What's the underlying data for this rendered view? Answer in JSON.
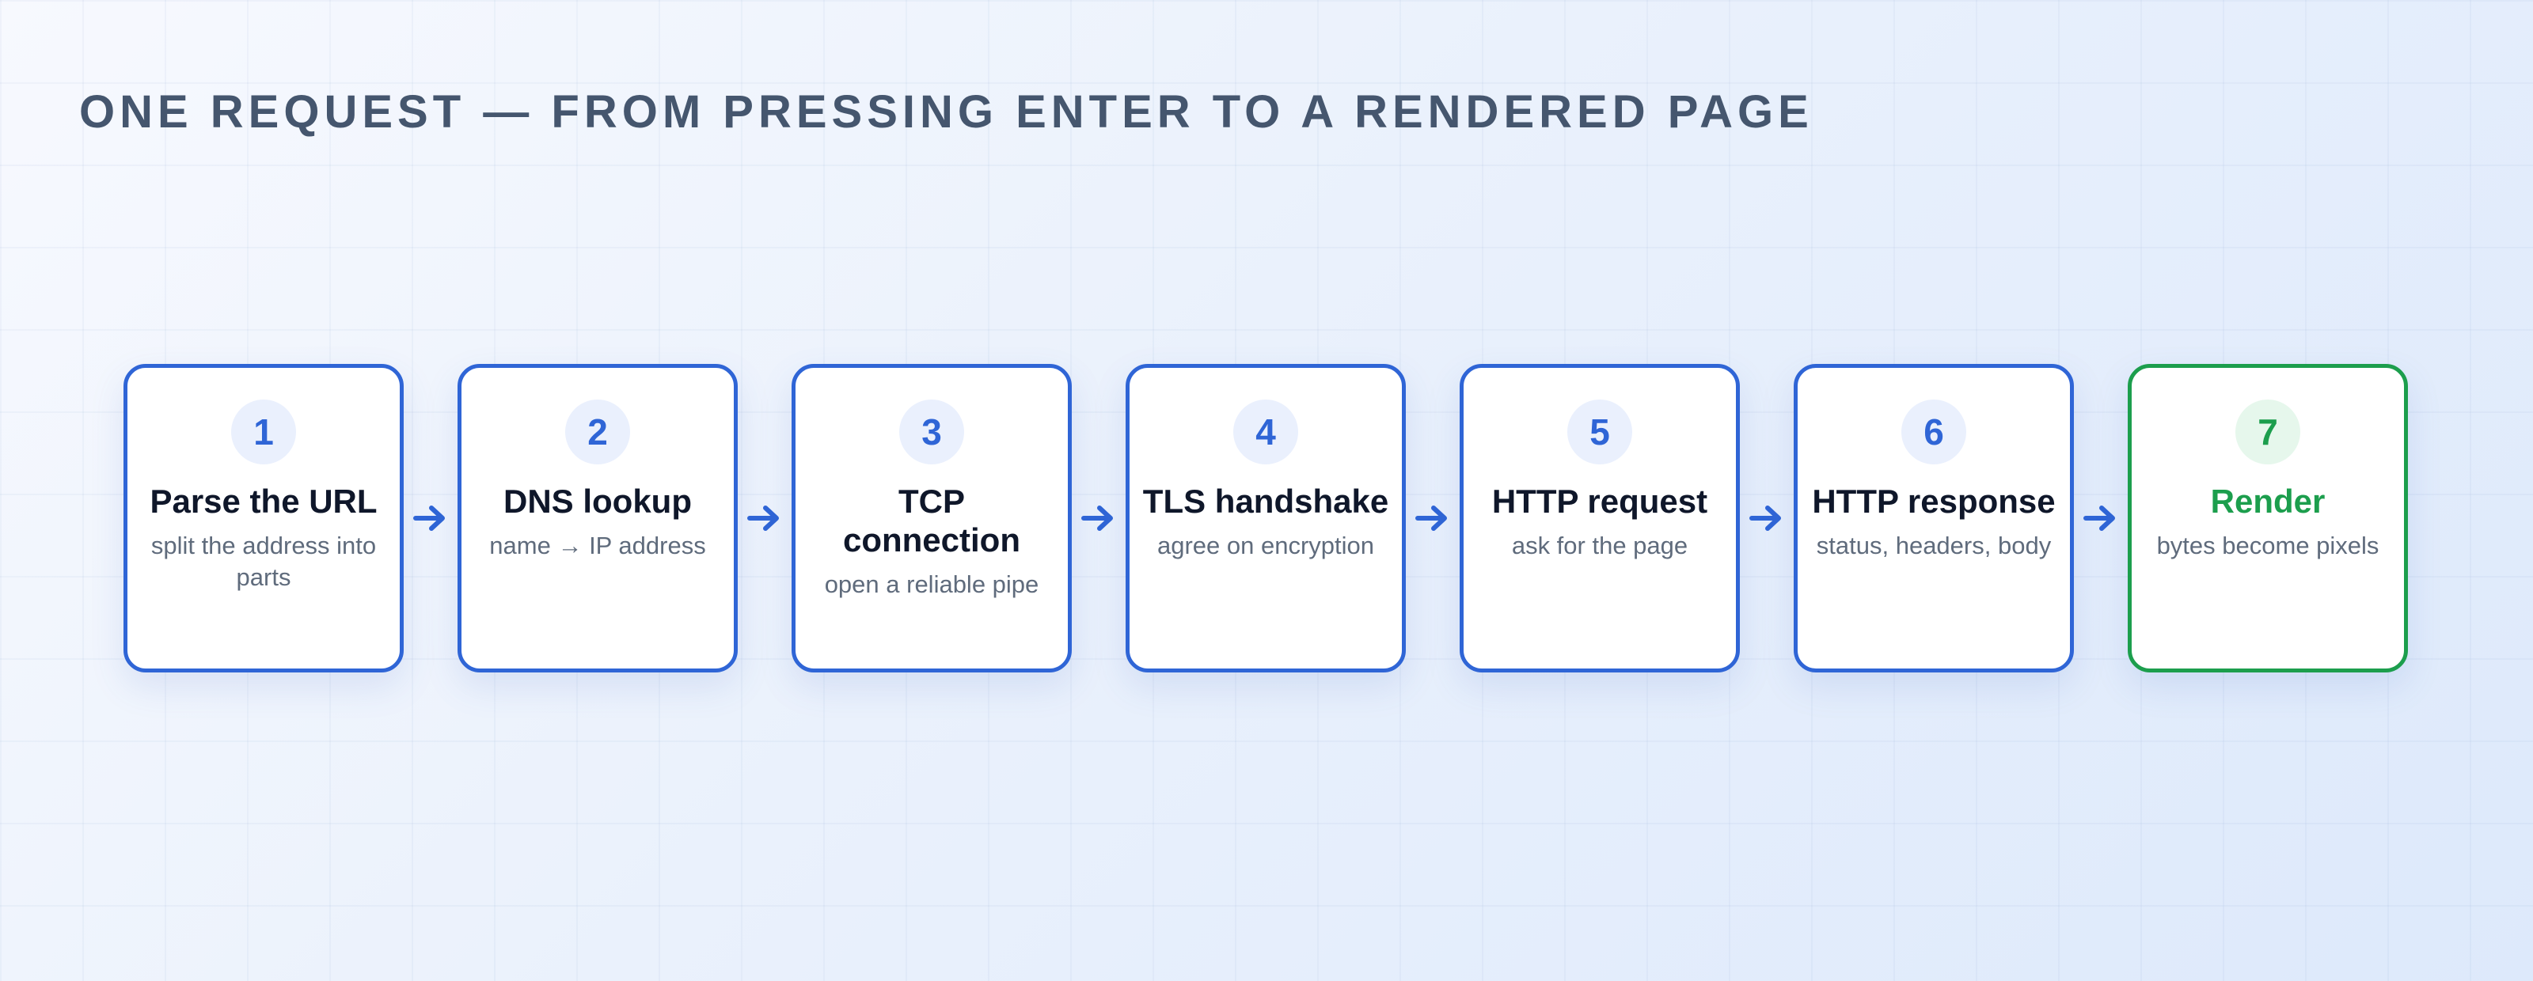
{
  "title": "ONE REQUEST — FROM PRESSING ENTER TO A RENDERED PAGE",
  "colors": {
    "accent": "#2f65d6",
    "final": "#1c9e4d",
    "title": "#45566e"
  },
  "steps": [
    {
      "number": "1",
      "title": "Parse the URL",
      "description": "split the address into parts"
    },
    {
      "number": "2",
      "title": "DNS lookup",
      "description": "name → IP address"
    },
    {
      "number": "3",
      "title": "TCP connection",
      "description": "open a reliable pipe"
    },
    {
      "number": "4",
      "title": "TLS handshake",
      "description": "agree on encryption"
    },
    {
      "number": "5",
      "title": "HTTP request",
      "description": "ask for the page"
    },
    {
      "number": "6",
      "title": "HTTP response",
      "description": "status, headers, body"
    },
    {
      "number": "7",
      "title": "Render",
      "description": "bytes become pixels"
    }
  ]
}
